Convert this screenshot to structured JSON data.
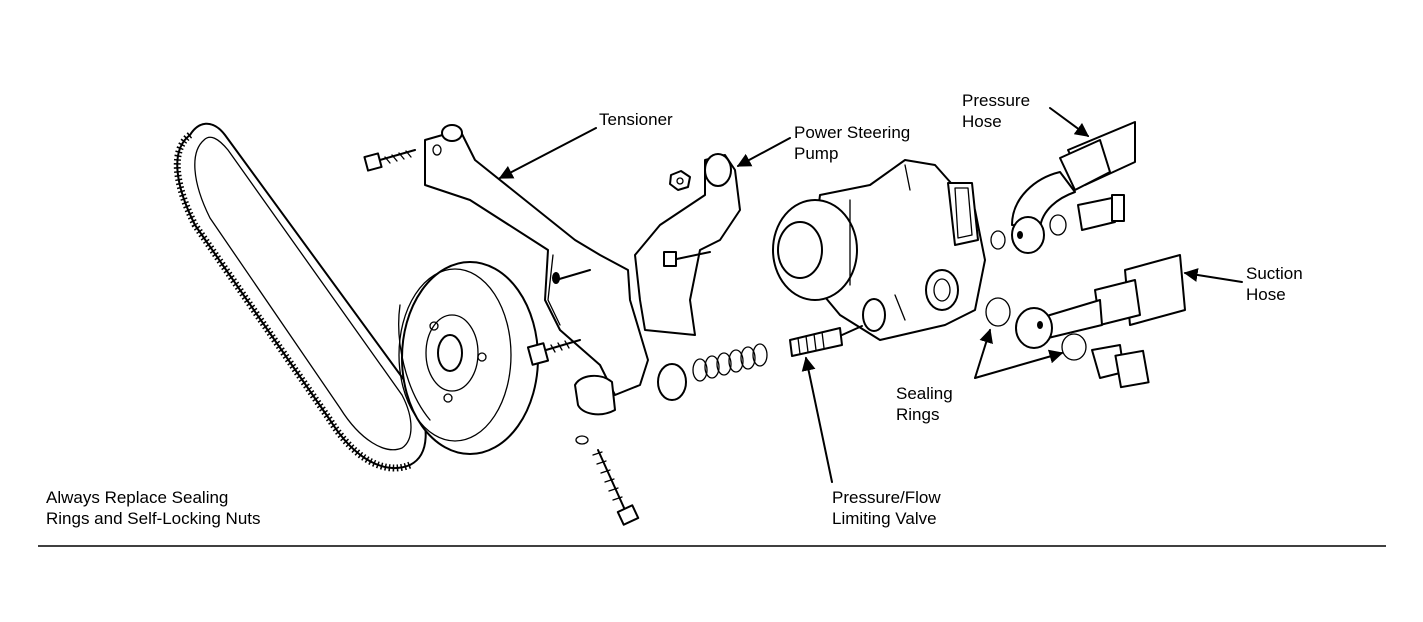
{
  "colors": {
    "ink": "#000000",
    "paper": "#ffffff"
  },
  "labels": {
    "tensioner": "Tensioner",
    "power_steering_pump": [
      "Power Steering",
      "Pump"
    ],
    "pressure_hose": [
      "Pressure",
      "Hose"
    ],
    "suction_hose": [
      "Suction",
      "Hose"
    ],
    "sealing_rings": [
      "Sealing",
      "Rings"
    ],
    "pressure_flow_valve": [
      "Pressure/Flow",
      "Limiting Valve"
    ],
    "note": [
      "Always Replace Sealing",
      "Rings and Self-Locking Nuts"
    ]
  }
}
